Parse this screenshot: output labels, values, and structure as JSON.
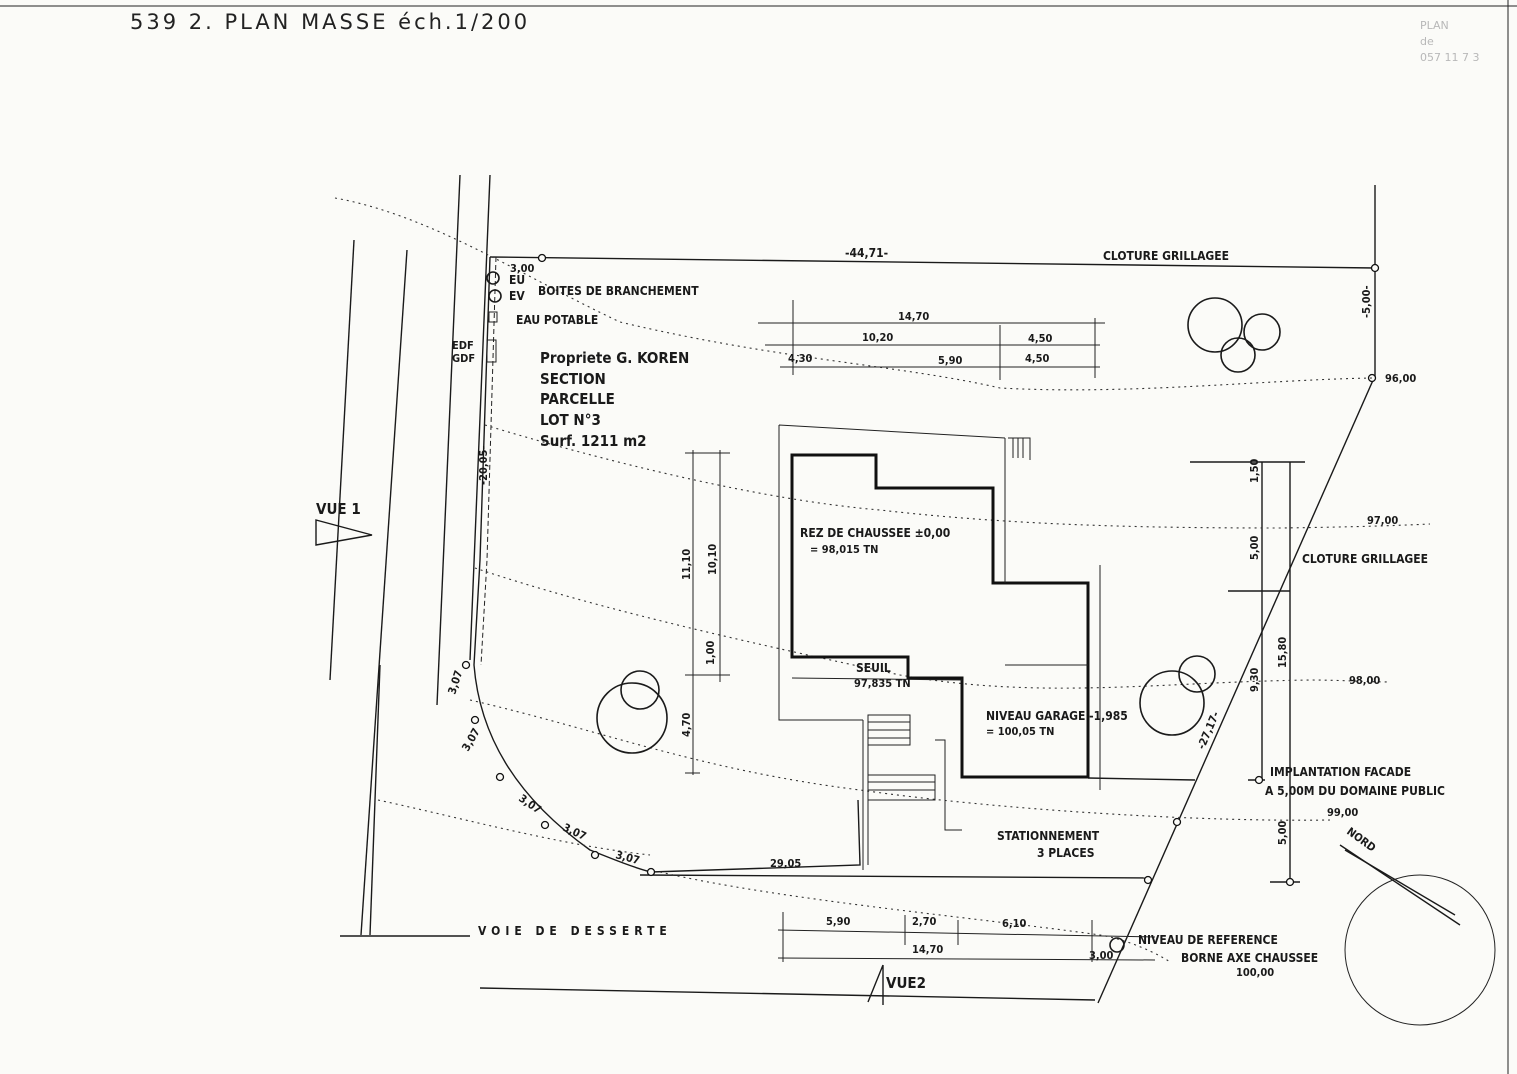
{
  "header": {
    "title": "539 2. PLAN MASSE éch.1/200"
  },
  "stamp": {
    "lines": [
      "PLAN",
      "de",
      "057 11 7 3"
    ]
  },
  "plan": {
    "property": {
      "owner": "Propriete G. KOREN",
      "section": "SECTION",
      "parcelle": "PARCELLE",
      "lot": "LOT N°3",
      "surface": "Surf. 1211 m2"
    },
    "labels": {
      "cloture_top": "CLOTURE GRILLAGEE",
      "cloture_right": "CLOTURE GRILLAGEE",
      "boites": "BOITES DE BRANCHEMENT",
      "eau": "EAU POTABLE",
      "eu": "EU",
      "ev": "EV",
      "edf": "EDF",
      "gdf": "GDF",
      "vue1": "VUE 1",
      "vue2": "VUE2",
      "nord": "NORD",
      "voie": "VOIE DE DESSERTE",
      "rdc_1": "REZ DE CHAUSSEE ±0,00",
      "rdc_2": "= 98,015 TN",
      "seuil_1": "SEUIL",
      "seuil_2": "97,835 TN",
      "garage_1": "NIVEAU GARAGE -1,985",
      "garage_2": "= 100,05 TN",
      "implantation_1": "IMPLANTATION FACADE",
      "implantation_2": "A 5,00M DU DOMAINE PUBLIC",
      "stationnement_1": "STATIONNEMENT",
      "stationnement_2": "3 PLACES",
      "reference_1": "NIVEAU DE REFERENCE",
      "reference_2": "BORNE AXE CHAUSSEE",
      "reference_3": "100,00"
    },
    "levels": [
      "96,00",
      "97,00",
      "98,00",
      "99,00"
    ],
    "dimensions": {
      "top": "-44,71-",
      "corner": "3,00",
      "right": "-5,00-",
      "left": "-20,05-",
      "d1470": "14,70",
      "d1020": "10,20",
      "d450a": "4,50",
      "d430": "4,30",
      "d590": "5,90",
      "d450b": "4,50",
      "d1110": "11,10",
      "d1010": "10,10",
      "d100": "1,00",
      "d470": "4,70",
      "d150": "1,50",
      "d500": "5,00",
      "d930": "9,30",
      "d1580": "15,80",
      "d500b": "5,00",
      "diag": "-27,17-",
      "c1": "3,07",
      "c2": "3,07",
      "c3": "3,07",
      "c4": "3,07",
      "c5": "3,07",
      "bottom": "29,05",
      "b590": "5,90",
      "b270": "2,70",
      "b610": "6,10",
      "b1470": "14,70",
      "b300": "3,00"
    }
  }
}
